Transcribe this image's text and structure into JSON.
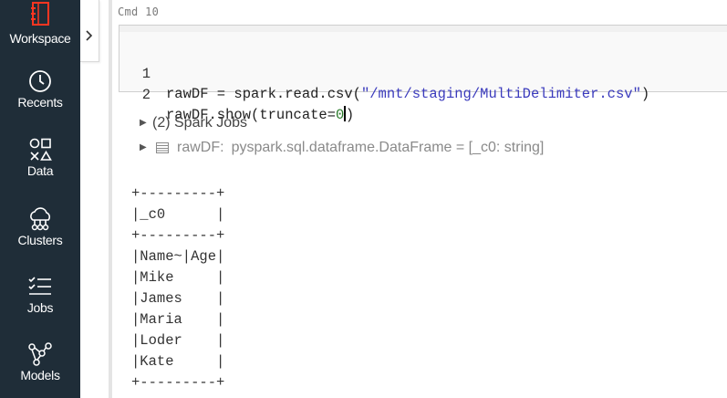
{
  "sidebar": {
    "items": [
      {
        "label": "Workspace",
        "icon": "notebook-icon"
      },
      {
        "label": "Recents",
        "icon": "clock-icon"
      },
      {
        "label": "Data",
        "icon": "data-shapes-icon"
      },
      {
        "label": "Clusters",
        "icon": "cloud-cluster-icon"
      },
      {
        "label": "Jobs",
        "icon": "checklist-icon"
      },
      {
        "label": "Models",
        "icon": "model-graph-icon"
      }
    ],
    "accent": "#ff3621",
    "background": "#1f2d38"
  },
  "cell": {
    "label": "Cmd 10",
    "lines": [
      {
        "num": "1",
        "prefix": "rawDF = spark.read.csv(",
        "string": "\"/mnt/staging/MultiDelimiter.csv\"",
        "suffix": ")"
      },
      {
        "num": "2",
        "prefix": "rawDF.show(truncate=",
        "number": "0",
        "suffix": ")"
      }
    ]
  },
  "output": {
    "spark_jobs": "(2) Spark Jobs",
    "df_name": "rawDF:",
    "df_type": "pyspark.sql.dataframe.DataFrame = [_c0: string]",
    "table_text": "+---------+\n|_c0      |\n+---------+\n|Name~|Age|\n|Mike     |\n|James    |\n|Maria    |\n|Loder    |\n|Kate     |\n+---------+"
  }
}
